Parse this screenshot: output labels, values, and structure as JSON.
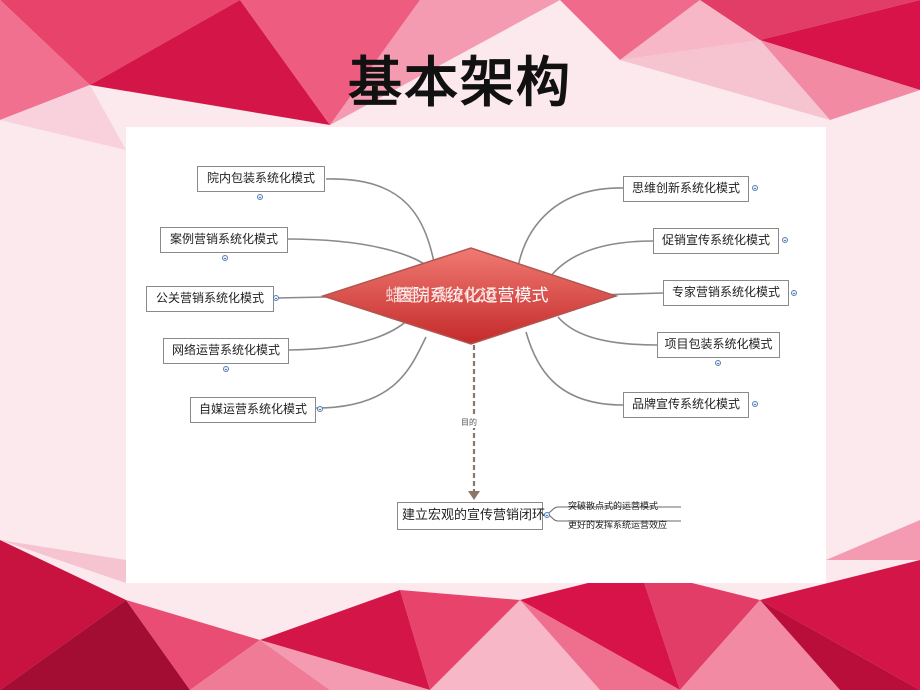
{
  "slide": {
    "title": "基本架构"
  },
  "mindmap": {
    "center": {
      "label": "医院系统化运营模式",
      "overlay_text": "蜡笔小新2020"
    },
    "left_nodes": [
      {
        "label": "院内包装系统化模式"
      },
      {
        "label": "案例营销系统化模式"
      },
      {
        "label": "公关营销系统化模式"
      },
      {
        "label": "网络运营系统化模式"
      },
      {
        "label": "自媒运营系统化模式"
      }
    ],
    "right_nodes": [
      {
        "label": "思维创新系统化模式"
      },
      {
        "label": "促销宣传系统化模式"
      },
      {
        "label": "专家营销系统化模式"
      },
      {
        "label": "项目包装系统化模式"
      },
      {
        "label": "品牌宣传系统化模式"
      }
    ],
    "goal_link_label": "目的",
    "goal": {
      "label": "建立宏观的宣传营销闭环",
      "subs": [
        {
          "label": "突破散点式的运营模式"
        },
        {
          "label": "更好的发挥系统运营效应"
        }
      ]
    }
  },
  "colors": {
    "accent_red": "#d8134a",
    "accent_pink": "#ee6f8e",
    "diamond_top": "#f07a72",
    "diamond_bottom": "#c42a2a",
    "link_gray": "#8a8a8a"
  }
}
